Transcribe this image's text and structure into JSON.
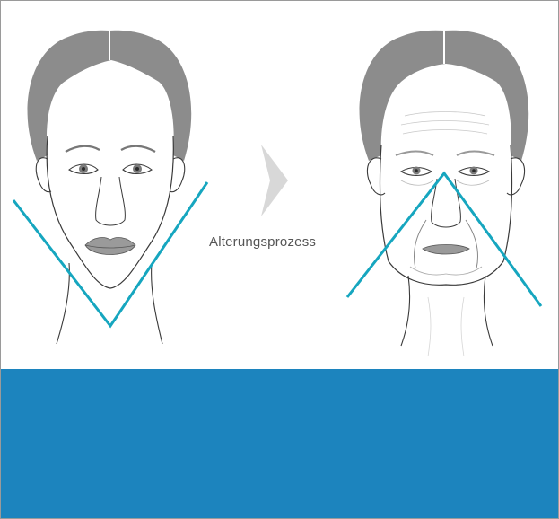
{
  "diagram": {
    "caption": "Alterungsprozess",
    "colors": {
      "hair": "#8c8c8c",
      "skin_outline": "#3a3a3a",
      "lips": "#9a9a9a",
      "contour_line": "#16a6bf",
      "arrow": "#d6d6d6",
      "band": "#1c84be"
    },
    "icons": [
      "young-face",
      "old-face",
      "chevron-right-arrow",
      "v-shape-contour",
      "triangle-contour"
    ]
  }
}
